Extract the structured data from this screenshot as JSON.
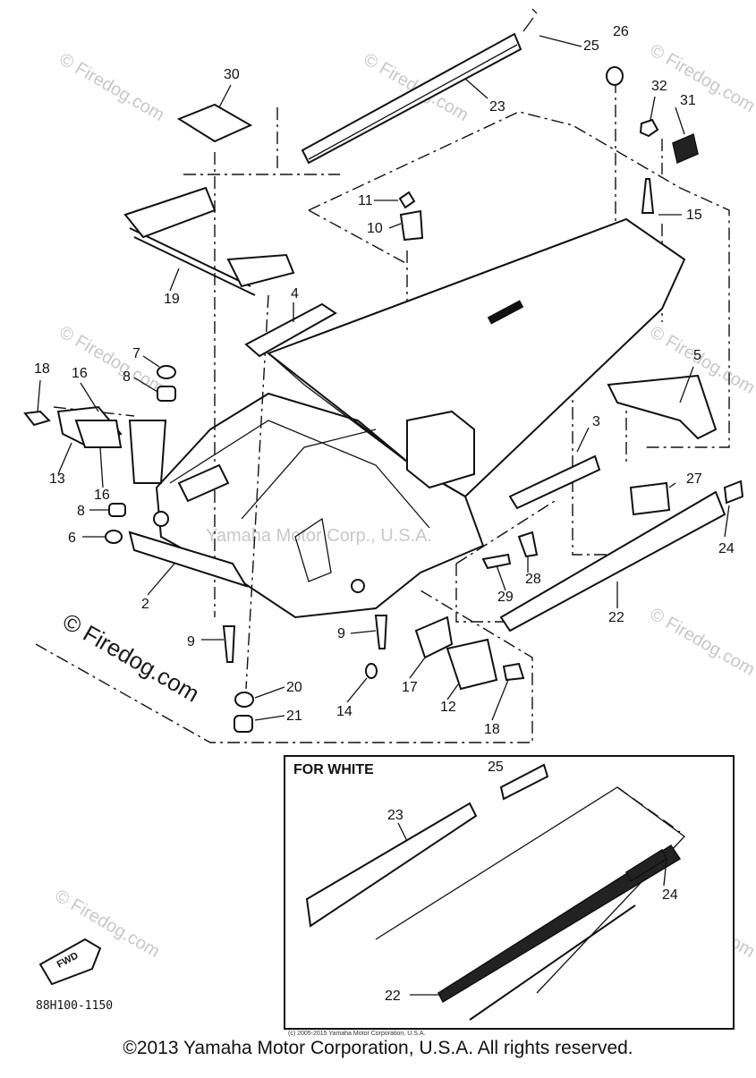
{
  "callouts": {
    "c2": "2",
    "c3": "3",
    "c4": "4",
    "c5": "5",
    "c6": "6",
    "c7": "7",
    "c8a": "8",
    "c8b": "8",
    "c9a": "9",
    "c9b": "9",
    "c10": "10",
    "c11": "11",
    "c12": "12",
    "c13": "13",
    "c14": "14",
    "c15": "15",
    "c16a": "16",
    "c16b": "16",
    "c17": "17",
    "c18a": "18",
    "c18b": "18",
    "c19": "19",
    "c20": "20",
    "c21": "21",
    "c22": "22",
    "c23": "23",
    "c24": "24",
    "c25": "25",
    "c26": "26",
    "c27": "27",
    "c28": "28",
    "c29": "29",
    "c30": "30",
    "c31": "31",
    "c32": "32"
  },
  "inset": {
    "title": "FOR WHITE",
    "c22": "22",
    "c23": "23",
    "c24": "24",
    "c25": "25",
    "fineprint": "(c) 2005-2015 Yamaha Motor Corporation, U.S.A."
  },
  "fwd_label": "FWD",
  "part_code": "88H100-1150",
  "watermark": "© Firedog.com",
  "watermark_center": "Yamaha Motor Corp., U.S.A.",
  "copyright": "©2013 Yamaha Motor Corporation, U.S.A. All rights reserved."
}
